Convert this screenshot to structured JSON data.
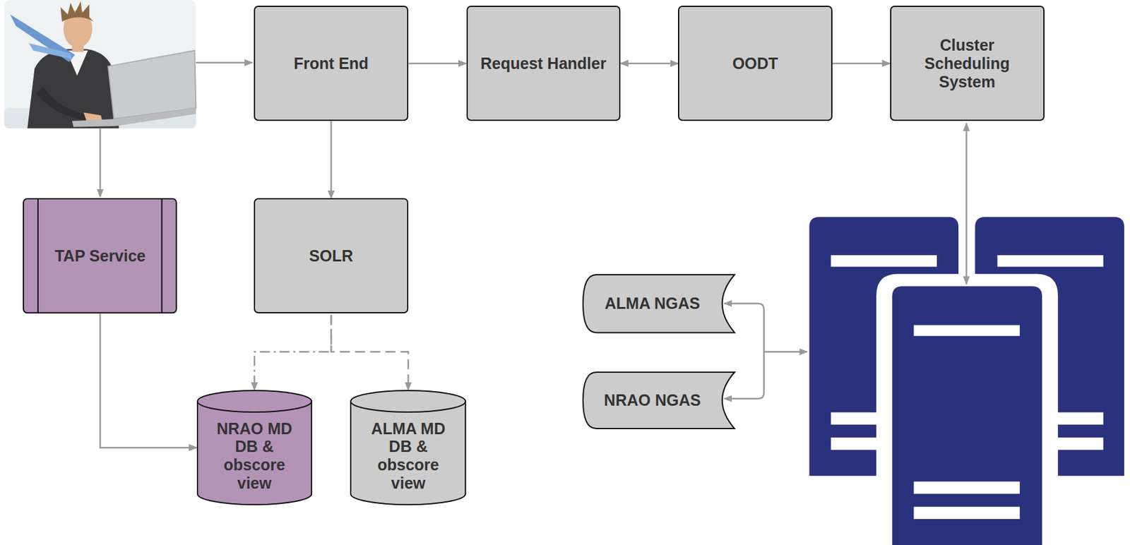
{
  "diagram": {
    "nodes": [
      {
        "text": [
          "Front End"
        ]
      },
      {
        "text": [
          "Request Handler"
        ]
      },
      {
        "text": [
          "OODT"
        ]
      },
      {
        "text": [
          "Cluster Scheduling System"
        ]
      },
      {
        "text": [
          "TAP Service"
        ]
      },
      {
        "text": [
          "SOLR"
        ]
      },
      {
        "text": [
          "ALMA NGAS"
        ]
      },
      {
        "text": [
          "NRAO NGAS"
        ]
      },
      {
        "text": [
          "NRAO MD DB & obscore view"
        ]
      },
      {
        "text": [
          "ALMA MD DB & obscore view"
        ]
      }
    ],
    "edges": [
      {
        "from": 0,
        "to": 1,
        "arrow": "to"
      },
      {
        "from": 1,
        "to": 2,
        "arrow": "both"
      },
      {
        "from": 2,
        "to": 3,
        "arrow": "to"
      },
      {
        "from": 0,
        "to": 5,
        "arrow": "to"
      },
      {
        "from": 5,
        "to": 8,
        "arrow": "to"
      },
      {
        "from": 5,
        "to": 9,
        "arrow": "to"
      },
      {
        "from": 4,
        "to": 8,
        "arrow": "to"
      }
    ]
  }
}
